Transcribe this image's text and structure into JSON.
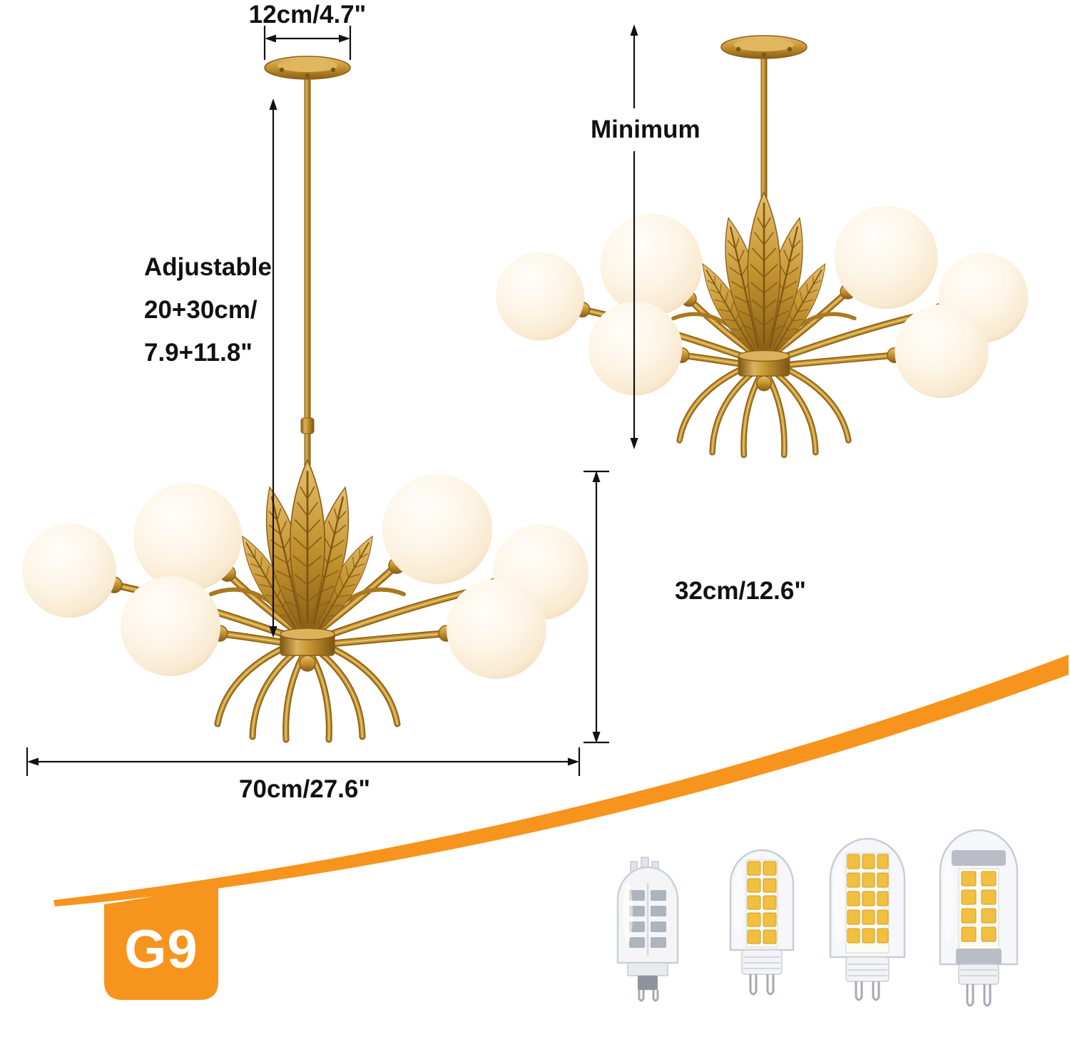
{
  "diagram": {
    "labels": {
      "canopy_width": "12cm/4.7\"",
      "adjustable_lines": [
        "Adjustable",
        "20+30cm/",
        "7.9+11.8\""
      ],
      "minimum": "Minimum",
      "fixture_height": "32cm/12.6\"",
      "fixture_width": "70cm/27.6\""
    },
    "badge": {
      "label": "G9"
    },
    "colors": {
      "accent_orange": "#f7941d",
      "brass_gold": "#c3922f",
      "globe_white": "#fdf5e6",
      "dimension_line": "#111111"
    },
    "graphics": [
      "chandelier-adjustable-rod-view",
      "chandelier-minimum-height-view",
      "g9-led-bulb-white",
      "g9-led-bulb-clear-small",
      "g9-led-bulb-clear-medium",
      "g9-led-bulb-clear-large"
    ]
  }
}
